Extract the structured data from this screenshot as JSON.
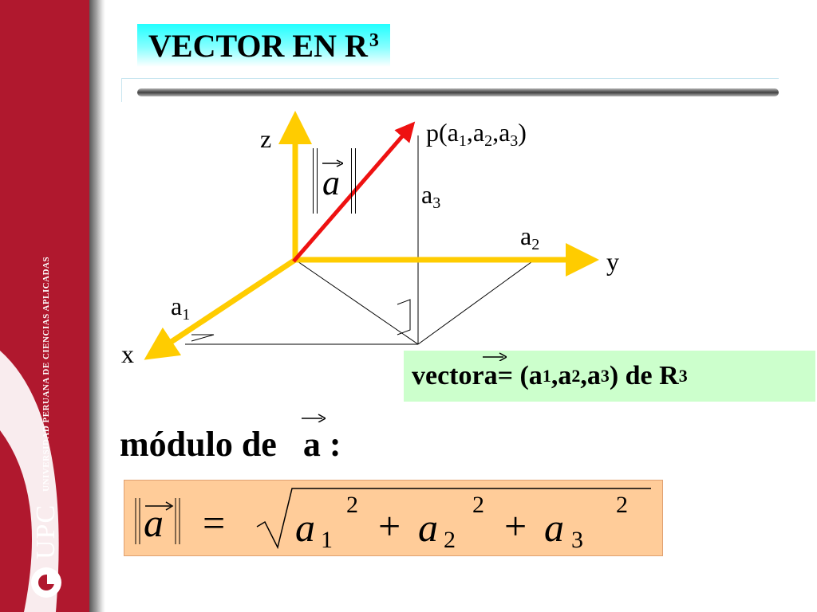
{
  "slide": {
    "title_main": "VECTOR EN R",
    "title_sup": "3"
  },
  "brand": {
    "logo_name": "UPC",
    "full_name": "UNIVERSIDAD PERUANA DE CIENCIAS APLICADAS",
    "color": "#b0182e"
  },
  "diagram": {
    "axis_z": "z",
    "axis_y": "y",
    "axis_x": "x",
    "point_label": {
      "p": "p(a",
      "s1": "1",
      "c1": ",a",
      "s2": "2",
      "c2": ",a",
      "s3": "3",
      "end": ")"
    },
    "a1": {
      "base": "a",
      "sub": "1"
    },
    "a2": {
      "base": "a",
      "sub": "2"
    },
    "a3": {
      "base": "a",
      "sub": "3"
    },
    "norm_symbol": "a",
    "colors": {
      "axes": "#ffcc00",
      "vector": "#ee1111",
      "guides": "#000000"
    }
  },
  "vector_box": {
    "t1": "vector ",
    "a": "a",
    "t2": " = (a",
    "s1": "1",
    "t3": ",a",
    "s2": "2",
    "t4": ",a",
    "s3": "3",
    "t5": ") de  R",
    "sup": "3",
    "bg": "#ccffcc"
  },
  "module": {
    "text": "módulo de   ",
    "a": "a",
    "colon": " :"
  },
  "formula": {
    "lhs": "a",
    "eq": "=",
    "t1": "a",
    "s1": "1",
    "e1": "2",
    "plus1": "+",
    "t2": "a",
    "s2": "2",
    "e2": "2",
    "plus2": "+",
    "t3": "a",
    "s3": "3",
    "e3": "2",
    "bg": "#ffcc99"
  }
}
